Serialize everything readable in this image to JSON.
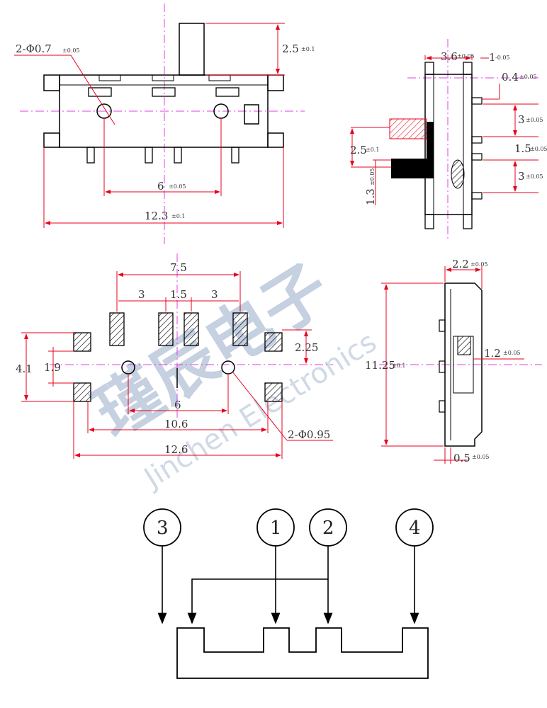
{
  "watermark": {
    "chinese": "瑾辰电子",
    "english": "Jinchen Electronics"
  },
  "colors": {
    "dimension_line": "#e8001c",
    "center_line": "#e040e0",
    "outline": "#000000",
    "watermark": "#96aac8"
  },
  "front_view": {
    "hole_spec": "2-Φ0.7",
    "hole_tol": "±0.05",
    "actuator_height": "2.5",
    "actuator_height_tol": "±0.1",
    "hole_pitch": "6",
    "hole_pitch_tol": "±0.05",
    "overall_length": "12.3",
    "overall_length_tol": "±0.1"
  },
  "side_view": {
    "top_width": "3.6",
    "top_width_tol": "±0.05",
    "top_offset": "1",
    "top_offset_tol": "-0.05",
    "pin_width": "0.4",
    "pin_width_tol": "±0.05",
    "pin_pitch_a": "3",
    "pin_pitch_a_tol": "±0.05",
    "pin_offset": "1.5",
    "pin_offset_tol": "±0.05",
    "pin_pitch_b": "3",
    "pin_pitch_b_tol": "±0.05",
    "travel": "2.5",
    "travel_tol": "±0.1",
    "knob_height": "1.3",
    "knob_height_tol": "±0.05"
  },
  "footprint": {
    "pad_span": "7.5",
    "pad_gap_left": "3",
    "pad_gap_mid": "1.5",
    "pad_gap_right": "3",
    "mount_height": "4.1",
    "mount_pad": "1.9",
    "pad_row": "2.25",
    "hole_pitch": "6",
    "mount_span_inner": "10.6",
    "mount_span_outer": "12.6",
    "hole_spec": "2-Φ0.95"
  },
  "end_view": {
    "top_width": "2.2",
    "top_width_tol": "±0.05",
    "height": "11.25",
    "height_tol": "±0.1",
    "knob": "1.2",
    "knob_tol": "±0.05",
    "foot": "0.5",
    "foot_tol": "±0.05"
  },
  "schematic": {
    "pins": [
      "3",
      "1",
      "2",
      "4"
    ]
  }
}
